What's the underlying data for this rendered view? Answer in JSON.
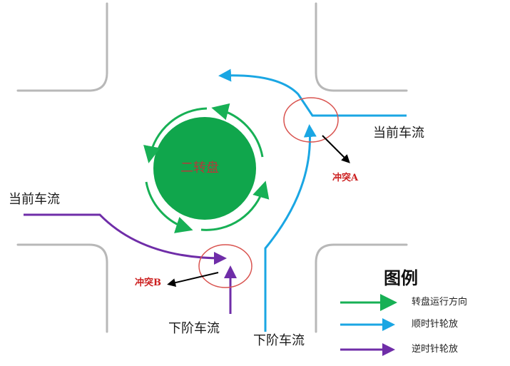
{
  "diagram": {
    "center_label": "二转盘",
    "labels": {
      "top_right_flow": "当前车流",
      "left_flow": "当前车流",
      "bottom_left_flow": "下阶车流",
      "bottom_center_flow": "下阶车流",
      "conflict_a": "冲突A",
      "conflict_b": "冲突B"
    },
    "colors": {
      "road": "#b8b8b8",
      "roundabout": "#10a64c",
      "roundabout_arrow": "#17b055",
      "clockwise": "#1aa6e3",
      "counterclockwise": "#6f2da8",
      "conflict_circle": "#d9534f",
      "pointer": "#000000"
    }
  },
  "legend": {
    "title": "图例",
    "items": [
      {
        "label": "转盘运行方向",
        "color": "#17b055"
      },
      {
        "label": "顺时针轮放",
        "color": "#1aa6e3"
      },
      {
        "label": "逆时针轮放",
        "color": "#6f2da8"
      }
    ]
  }
}
